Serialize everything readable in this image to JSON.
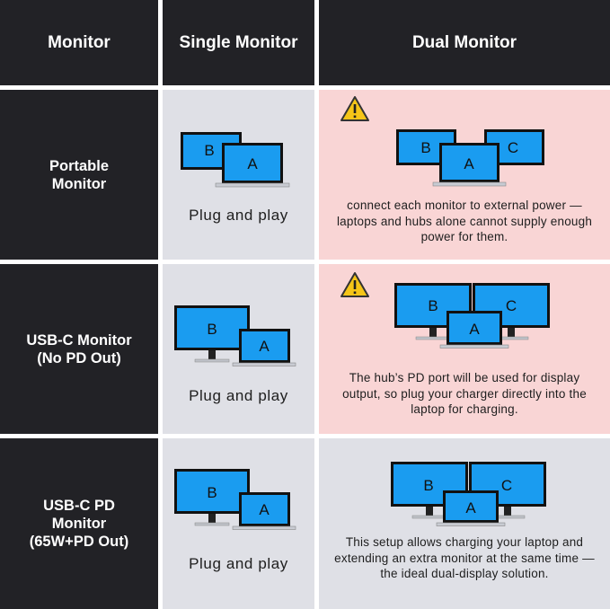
{
  "header": {
    "col1": "Monitor",
    "col2": "Single Monitor",
    "col3": "Dual Monitor"
  },
  "rows": [
    {
      "label": "Portable\nMonitor",
      "single": "Plug and play",
      "dual_note": "connect each monitor to external power — laptops and hubs alone cannot supply enough power for them.",
      "dual_warning": true
    },
    {
      "label": "USB-C Monitor\n(No PD Out)",
      "single": "Plug and play",
      "dual_note": "The hub’s PD port will be used for display output, so plug your charger directly into the laptop for charging.",
      "dual_warning": true
    },
    {
      "label": "USB-C PD\nMonitor\n(65W+PD Out)",
      "single": "Plug and play",
      "dual_note": "This setup allows charging your laptop and extending an extra monitor at the same time — the ideal dual-display solution.",
      "dual_warning": false
    }
  ],
  "screen_letters": {
    "a": "A",
    "b": "B",
    "c": "C"
  },
  "colors": {
    "dark": "#222226",
    "grey": "#dfe0e6",
    "pink": "#f9d5d5",
    "screen": "#1a9cf0",
    "warning": "#f5c518"
  },
  "icons": {
    "warning": "warning-triangle-icon",
    "laptop": "laptop-icon",
    "monitor": "monitor-icon"
  }
}
